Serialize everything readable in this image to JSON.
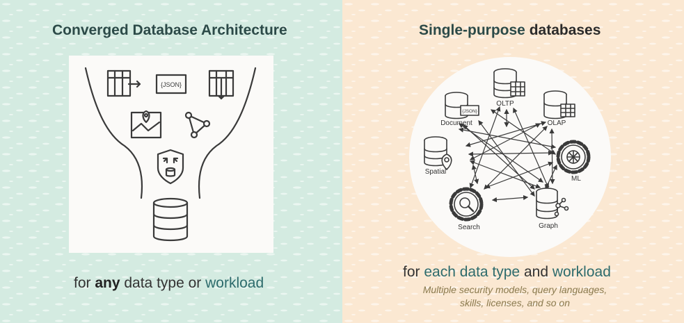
{
  "left_panel": {
    "title": "Converged Database Architecture",
    "caption": {
      "pre": "for ",
      "emph": "any",
      "mid": " data type or ",
      "emph2": "workload"
    },
    "json_badge": "{JSON}"
  },
  "right_panel": {
    "title": {
      "accent": "Single-purpose",
      "rest": " databases"
    },
    "caption": {
      "pre": "for ",
      "emph": "each data type",
      "mid": " and ",
      "emph2": "workload"
    },
    "subcaption_line1": "Multiple security models, query languages,",
    "subcaption_line2": "skills, licenses, and so on",
    "nodes": {
      "oltp": "OLTP",
      "document": "Document",
      "olap": "OLAP",
      "spatial": "Spatial",
      "ml": "ML",
      "search": "Search",
      "graph": "Graph",
      "json_badge": "{JSON}"
    }
  },
  "colors": {
    "left_bg": "#d4ebe1",
    "right_bg": "#fbe8d2",
    "title": "#2c4a48",
    "accent": "#2d6b6c",
    "subcaption": "#8a7a4e",
    "icon": "#3a3a3a"
  }
}
